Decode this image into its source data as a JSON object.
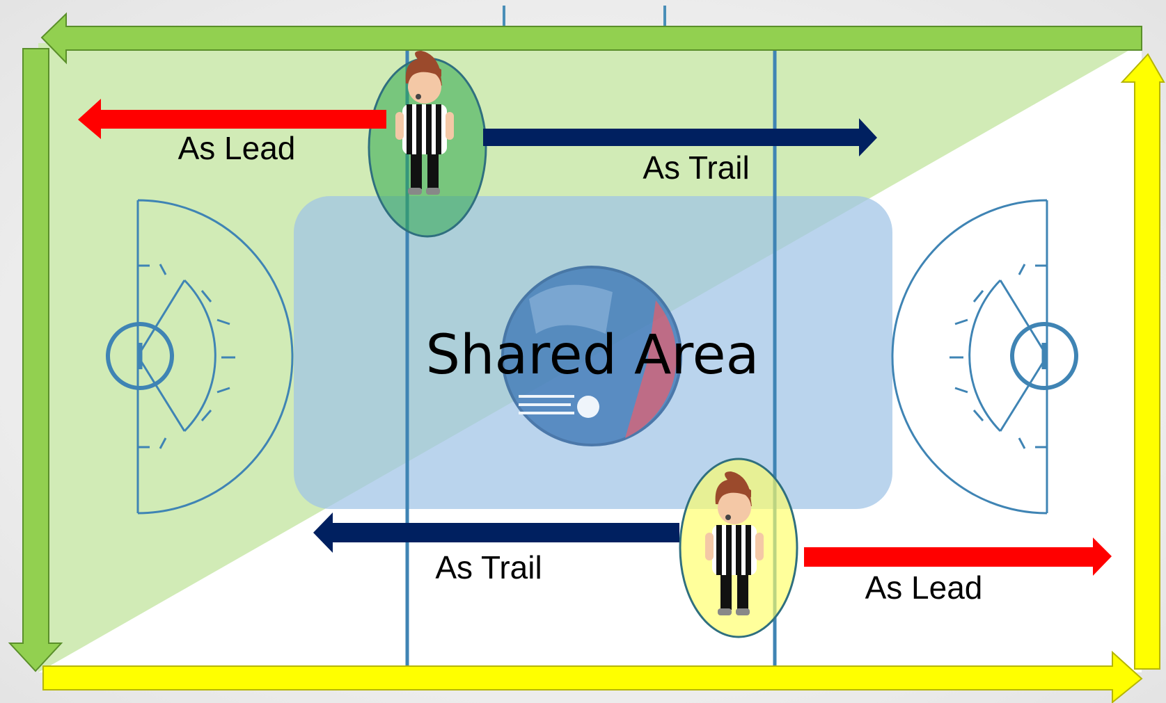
{
  "labels": {
    "top_lead": "As Lead",
    "top_trail": "As Trail",
    "bottom_trail": "As Trail",
    "bottom_lead": "As Lead",
    "shared_area": "Shared Area"
  },
  "colors": {
    "green_zone": "#92d050",
    "yellow_zone": "#ffff00",
    "lead_arrow": "#ff0000",
    "trail_arrow": "#002060",
    "field_lines": "#4a8fb8",
    "shared_area": "#9fc4e6",
    "logo_blue": "#3e78b7",
    "logo_red": "#c0506a"
  },
  "icons": {
    "top_official": "referee-icon",
    "bottom_official": "referee-icon",
    "center_logo": "league-logo-icon"
  }
}
